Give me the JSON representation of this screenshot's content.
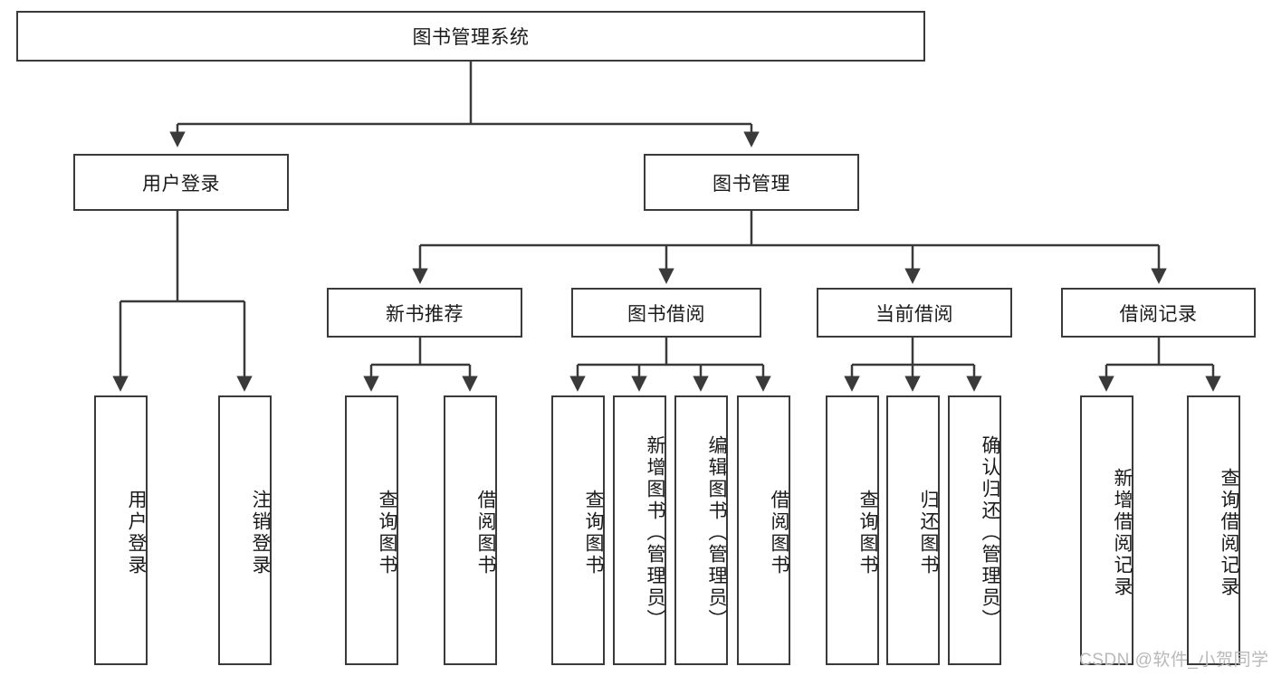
{
  "diagram": {
    "type": "hierarchy-tree",
    "root": {
      "label": "图书管理系统"
    },
    "level2": [
      {
        "label": "用户登录"
      },
      {
        "label": "图书管理"
      }
    ],
    "level3": [
      {
        "label": "新书推荐"
      },
      {
        "label": "图书借阅"
      },
      {
        "label": "当前借阅"
      },
      {
        "label": "借阅记录"
      }
    ],
    "leaves": {
      "user_login": [
        {
          "label": "用户登录"
        },
        {
          "label": "注销登录"
        }
      ],
      "new_book_recommend": [
        {
          "label": "查询图书"
        },
        {
          "label": "借阅图书"
        }
      ],
      "book_borrow": [
        {
          "label": "查询图书"
        },
        {
          "label": "新增图书（管理员）"
        },
        {
          "label": "编辑图书（管理员）"
        },
        {
          "label": "借阅图书"
        }
      ],
      "current_borrow": [
        {
          "label": "查询图书"
        },
        {
          "label": "归还图书"
        },
        {
          "label": "确认归还（管理员）"
        }
      ],
      "borrow_record": [
        {
          "label": "新增借阅记录"
        },
        {
          "label": "查询借阅记录"
        }
      ]
    }
  },
  "watermark": {
    "text": "CSDN @软件_小贺同学"
  },
  "colors": {
    "stroke": "#3a3a3a",
    "text": "#1a1a1a",
    "background": "#ffffff",
    "watermark": "#b9b9b9"
  }
}
